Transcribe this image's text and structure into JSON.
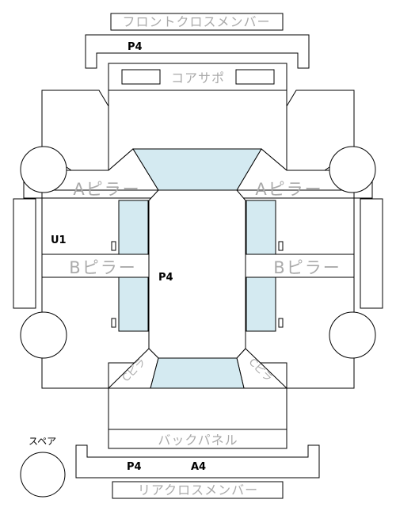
{
  "labels": {
    "front_cross_member": "フロントクロスメンバー",
    "core_support": "コアサポ",
    "a_pillar_left": "Aピラー",
    "a_pillar_right": "Aピラー",
    "b_pillar_left": "Bピラー",
    "b_pillar_right": "Bピラー",
    "back_panel": "バックパネル",
    "rear_cross_member": "リアクロスメンバー",
    "spare": "スペア",
    "c_pillar_left": "Cピラ",
    "c_pillar_right": "Cピラ"
  },
  "codes": {
    "front_member": "P4",
    "u1": "U1",
    "roof": "P4",
    "rear_member_1": "P4",
    "rear_member_2": "A4"
  },
  "colors": {
    "glass": "#d4eaf1",
    "line": "#000000",
    "label_gray": "#aaaaaa"
  }
}
